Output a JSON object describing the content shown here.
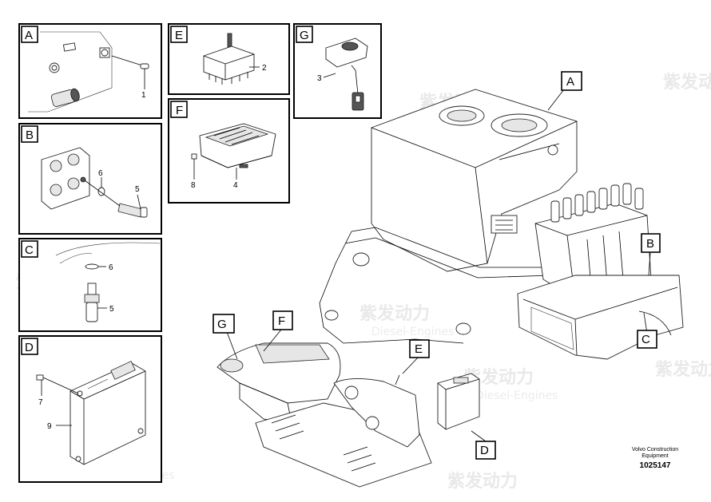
{
  "watermark": {
    "cn": "紫发动力",
    "en": "Diesel-Engines"
  },
  "panels": {
    "A": {
      "tag": "A",
      "callouts": [
        "1"
      ]
    },
    "B": {
      "tag": "B",
      "callouts": [
        "6",
        "5"
      ]
    },
    "C": {
      "tag": "C",
      "callouts": [
        "6",
        "5"
      ]
    },
    "D": {
      "tag": "D",
      "callouts": [
        "7",
        "9"
      ]
    },
    "E": {
      "tag": "E",
      "callouts": [
        "2"
      ]
    },
    "F": {
      "tag": "F",
      "callouts": [
        "8",
        "4"
      ]
    },
    "G": {
      "tag": "G",
      "callouts": [
        "3"
      ]
    }
  },
  "main_tags": {
    "A": "A",
    "B": "B",
    "C": "C",
    "D": "D",
    "E": "E",
    "F": "F",
    "G": "G"
  },
  "footer": {
    "brand_line1": "Volvo Construction",
    "brand_line2": "Equipment",
    "ref_number": "1025147"
  }
}
